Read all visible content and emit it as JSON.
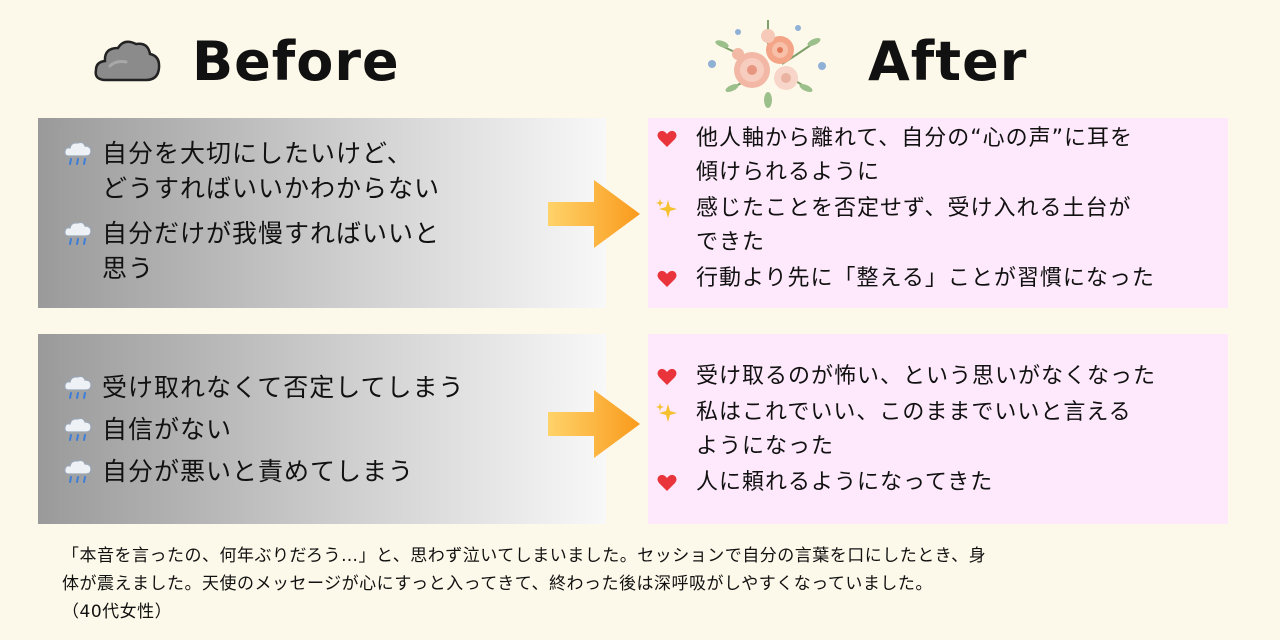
{
  "before": {
    "title": "Before",
    "groups": [
      {
        "items": [
          {
            "icon": "rain-cloud-icon",
            "lines": [
              "自分を大切にしたいけど、",
              "どうすればいいかわからない"
            ]
          },
          {
            "icon": "rain-cloud-icon",
            "lines": [
              "自分だけが我慢すればいいと",
              "思う"
            ]
          }
        ]
      },
      {
        "items": [
          {
            "icon": "rain-cloud-icon",
            "lines": [
              "受け取れなくて否定してしまう"
            ]
          },
          {
            "icon": "rain-cloud-icon",
            "lines": [
              "自信がない"
            ]
          },
          {
            "icon": "rain-cloud-icon",
            "lines": [
              "自分が悪いと責めてしまう"
            ]
          }
        ]
      }
    ]
  },
  "after": {
    "title": "After",
    "groups": [
      {
        "items": [
          {
            "icon": "heart-icon",
            "lines": [
              "他人軸から離れて、自分の“心の声”に耳を",
              "傾けられるように"
            ]
          },
          {
            "icon": "sparkles-icon",
            "lines": [
              "感じたことを否定せず、受け入れる土台が",
              "できた"
            ]
          },
          {
            "icon": "heart-icon",
            "lines": [
              "行動より先に「整える」ことが習慣になった"
            ]
          }
        ]
      },
      {
        "items": [
          {
            "icon": "heart-icon",
            "lines": [
              "受け取るのが怖い、という思いがなくなった"
            ]
          },
          {
            "icon": "sparkles-icon",
            "lines": [
              "私はこれでいい、このままでいいと言える",
              "ようになった"
            ]
          },
          {
            "icon": "heart-icon",
            "lines": [
              "人に頼れるようになってきた"
            ]
          }
        ]
      }
    ]
  },
  "testimonial": {
    "line1": "「本音を言ったの、何年ぶりだろう…」と、思わず泣いてしまいました。セッションで自分の言葉を口にしたとき、身",
    "line2": "体が震えました。天使のメッセージが心にすっと入ってきて、終わった後は深呼吸がしやすくなっていました。",
    "attribution": "（40代女性）"
  },
  "colors": {
    "background": "#fdf9ea",
    "after_box": "#fde9fb",
    "arrow": "#f9a72b",
    "heart": "#e8343a"
  }
}
